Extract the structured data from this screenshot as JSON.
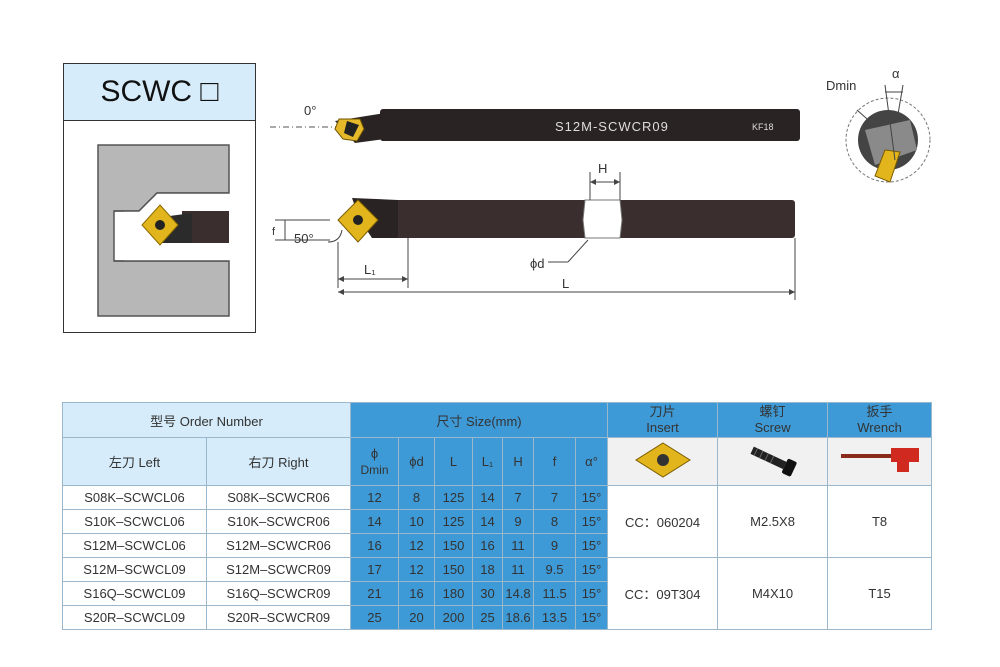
{
  "title": "SCWC □",
  "drawing": {
    "angle_0": "0°",
    "angle_50": "50°",
    "label_f": "f",
    "label_H": "H",
    "label_L1": "L₁",
    "label_L": "L",
    "label_phid": "ϕd",
    "label_dmin": "Dmin",
    "label_alpha": "α",
    "bar_text": "S12M-SCWCR09",
    "bar_grade": "KF18"
  },
  "table": {
    "order_number": "型号 Order Number",
    "size": "尺寸 Size(mm)",
    "insert": [
      "刀片",
      "Insert"
    ],
    "screw": [
      "螺钉",
      "Screw"
    ],
    "wrench": [
      "扳手",
      "Wrench"
    ],
    "left": "左刀 Left",
    "right": "右刀 Right",
    "col_phi": [
      "ϕ",
      "Dmin"
    ],
    "col_phid": "ϕd",
    "col_L": "L",
    "col_L1": "L₁",
    "col_H": "H",
    "col_f": "f",
    "col_alpha": "α°",
    "rows": [
      {
        "left": "S08K–SCWCL06",
        "right": "S08K–SCWCR06",
        "dmin": "12",
        "d": "8",
        "L": "125",
        "L1": "14",
        "H": "7",
        "f": "7",
        "a": "15°"
      },
      {
        "left": "S10K–SCWCL06",
        "right": "S10K–SCWCR06",
        "dmin": "14",
        "d": "10",
        "L": "125",
        "L1": "14",
        "H": "9",
        "f": "8",
        "a": "15°"
      },
      {
        "left": "S12M–SCWCL06",
        "right": "S12M–SCWCR06",
        "dmin": "16",
        "d": "12",
        "L": "150",
        "L1": "16",
        "H": "11",
        "f": "9",
        "a": "15°"
      },
      {
        "left": "S12M–SCWCL09",
        "right": "S12M–SCWCR09",
        "dmin": "17",
        "d": "12",
        "L": "150",
        "L1": "18",
        "H": "11",
        "f": "9.5",
        "a": "15°"
      },
      {
        "left": "S16Q–SCWCL09",
        "right": "S16Q–SCWCR09",
        "dmin": "21",
        "d": "16",
        "L": "180",
        "L1": "30",
        "H": "14.8",
        "f": "11.5",
        "a": "15°"
      },
      {
        "left": "S20R–SCWCL09",
        "right": "S20R–SCWCR09",
        "dmin": "25",
        "d": "20",
        "L": "200",
        "L1": "25",
        "H": "18.6",
        "f": "13.5",
        "a": "15°"
      }
    ],
    "group1": {
      "insert": "CC：060204",
      "screw": "M2.5X8",
      "wrench": "T8"
    },
    "group2": {
      "insert": "CC：09T304",
      "screw": "M4X10",
      "wrench": "T15"
    }
  }
}
